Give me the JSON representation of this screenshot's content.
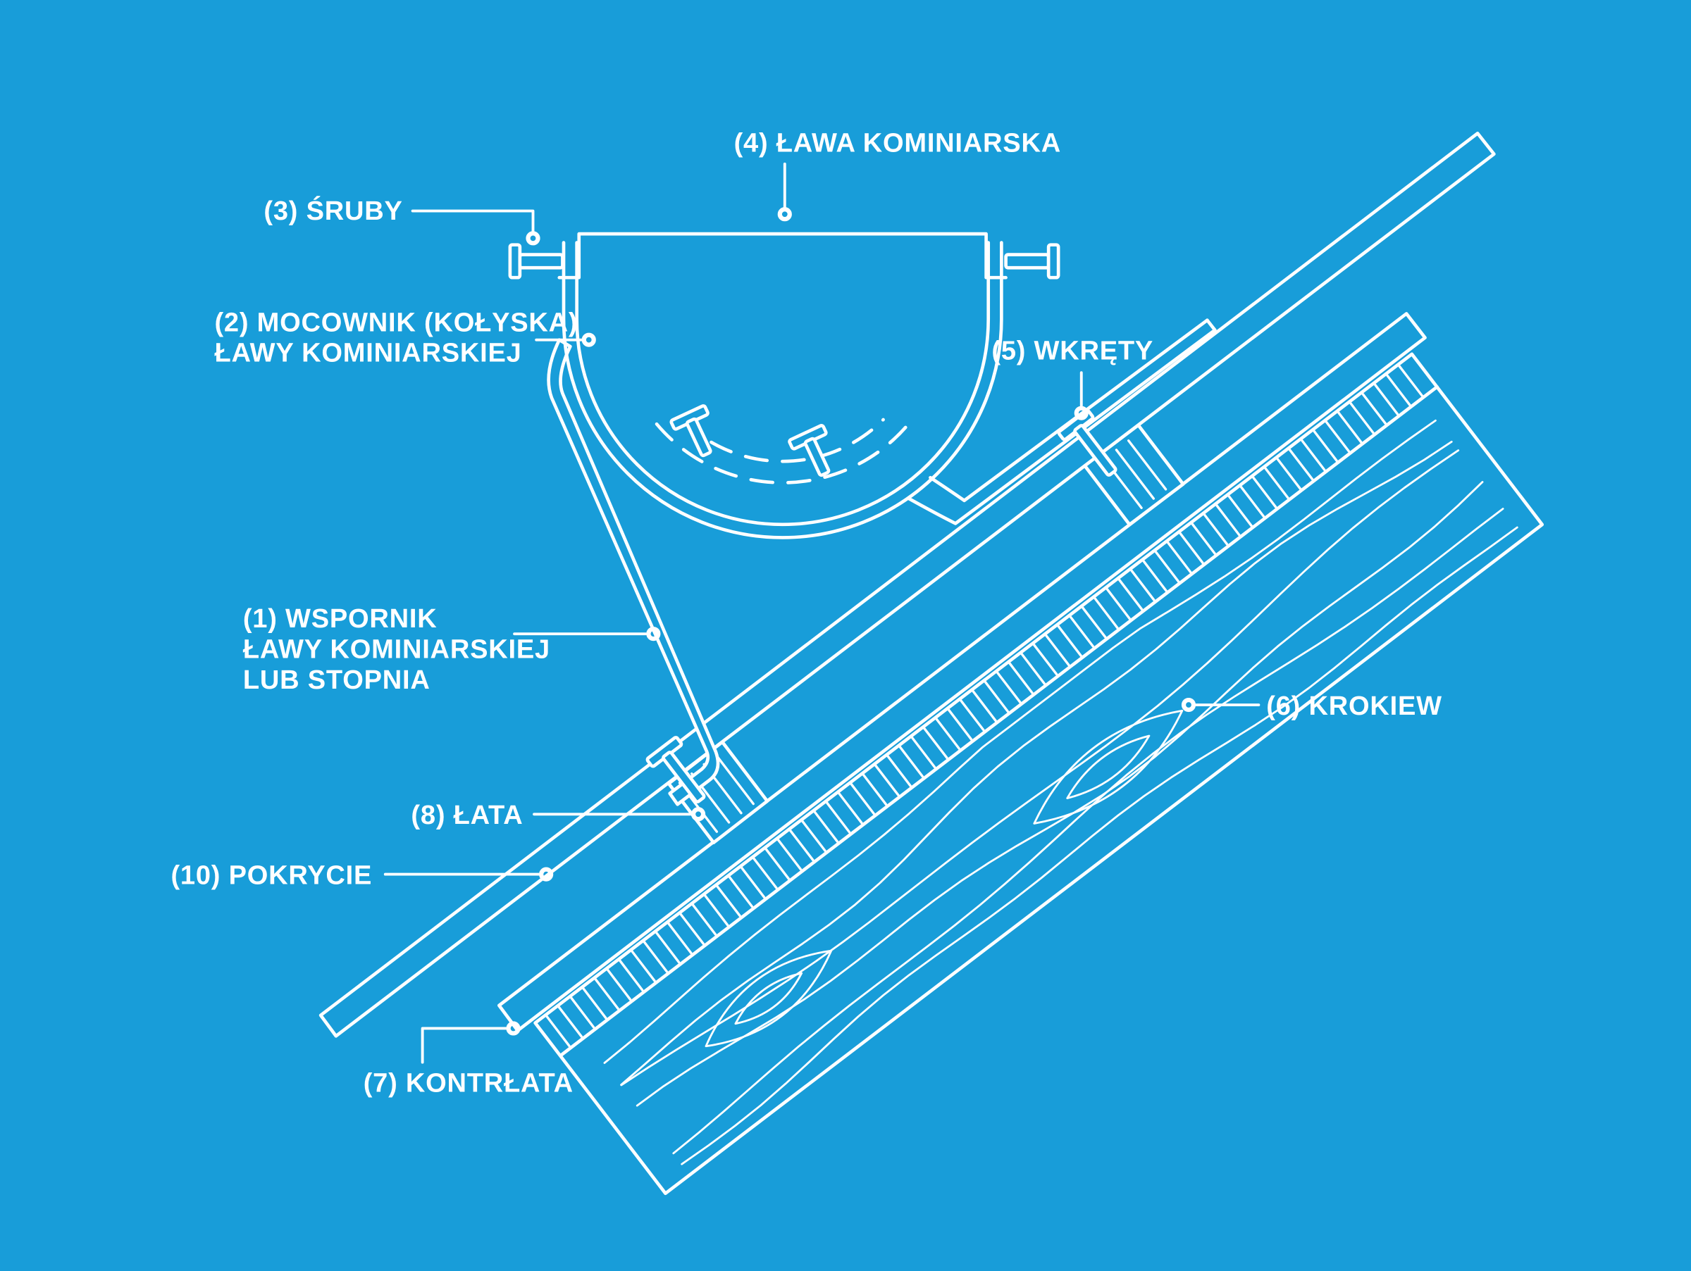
{
  "colors": {
    "background": "#189dd9",
    "line": "#ffffff"
  },
  "labels": {
    "wspornik": {
      "line1": "(1) WSPORNIK",
      "line2": "ŁAWY KOMINIARSKIEJ",
      "line3": "LUB STOPNIA"
    },
    "mocownik": {
      "line1": "(2) MOCOWNIK (KOŁYSKA)",
      "line2": "ŁAWY KOMINIARSKIEJ"
    },
    "sruby": "(3) ŚRUBY",
    "lawa": "(4) ŁAWA KOMINIARSKA",
    "wkrety": "(5) WKRĘTY",
    "krokiew": "(6) KROKIEW",
    "kontrlata": "(7) KONTRŁATA",
    "lata": "(8) ŁATA",
    "pokrycie": "(10) POKRYCIE"
  }
}
